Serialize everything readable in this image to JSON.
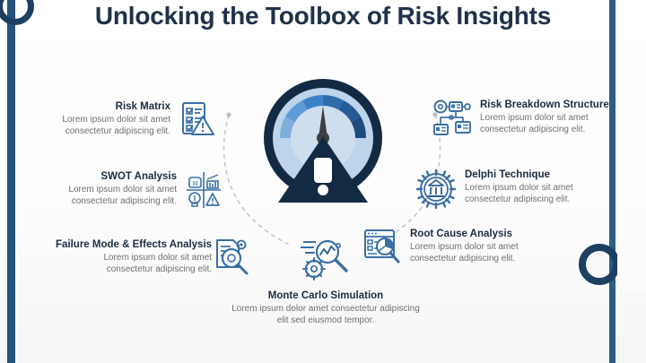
{
  "slide": {
    "title": "Unlocking the Toolbox of Risk Insights",
    "center_icon_name": "risk-gauge-icon",
    "colors": {
      "navy": "#1d3f61",
      "bar_blue": "#28537c",
      "title_navy": "#20314a",
      "body_gray": "#6f6f6f",
      "icon_blue": "#3a6fa5",
      "gauge_dark": "#132a43",
      "gauge_light": "#bed4ea",
      "gauge_mid": "#4a8bcc",
      "background": "#fbfbfb"
    }
  },
  "items": [
    {
      "id": "risk-matrix",
      "title": "Risk Matrix",
      "body": "Lorem ipsum dolor sit amet consectetur adipiscing elit.",
      "icon": "checklist-warning-icon",
      "align": "right"
    },
    {
      "id": "swot-analysis",
      "title": "SWOT Analysis",
      "body": "Lorem ipsum dolor sit amet consectetur adipiscing elit.",
      "icon": "swot-quadrant-icon",
      "align": "right"
    },
    {
      "id": "failure-mode-effects-analysis",
      "title": "Failure Mode & Effects Analysis",
      "body": "Lorem ipsum dolor sit amet consectetur adipiscing elit.",
      "icon": "document-magnifier-gear-icon",
      "align": "right"
    },
    {
      "id": "monte-carlo-simulation",
      "title": "Monte Carlo Simulation",
      "body": "Lorem ipsum dolor amet consectetur adipiscing elit sed eiusmod tempor.",
      "icon": "chart-magnifier-gear-icon",
      "align": "center"
    },
    {
      "id": "risk-breakdown-structure",
      "title": "Risk Breakdown Structure",
      "body": "Lorem ipsum dolor sit amet consectetur adipiscing elit.",
      "icon": "hierarchy-network-icon",
      "align": "left"
    },
    {
      "id": "delphi-technique",
      "title": "Delphi Technique",
      "body": "Lorem ipsum dolor sit amet consectetur adipiscing elit.",
      "icon": "gear-institution-icon",
      "align": "left"
    },
    {
      "id": "root-cause-analysis",
      "title": "Root Cause Analysis",
      "body": "Lorem ipsum dolor sit amet consectetur adipiscing elit.",
      "icon": "browser-piechart-magnifier-icon",
      "align": "left"
    }
  ]
}
